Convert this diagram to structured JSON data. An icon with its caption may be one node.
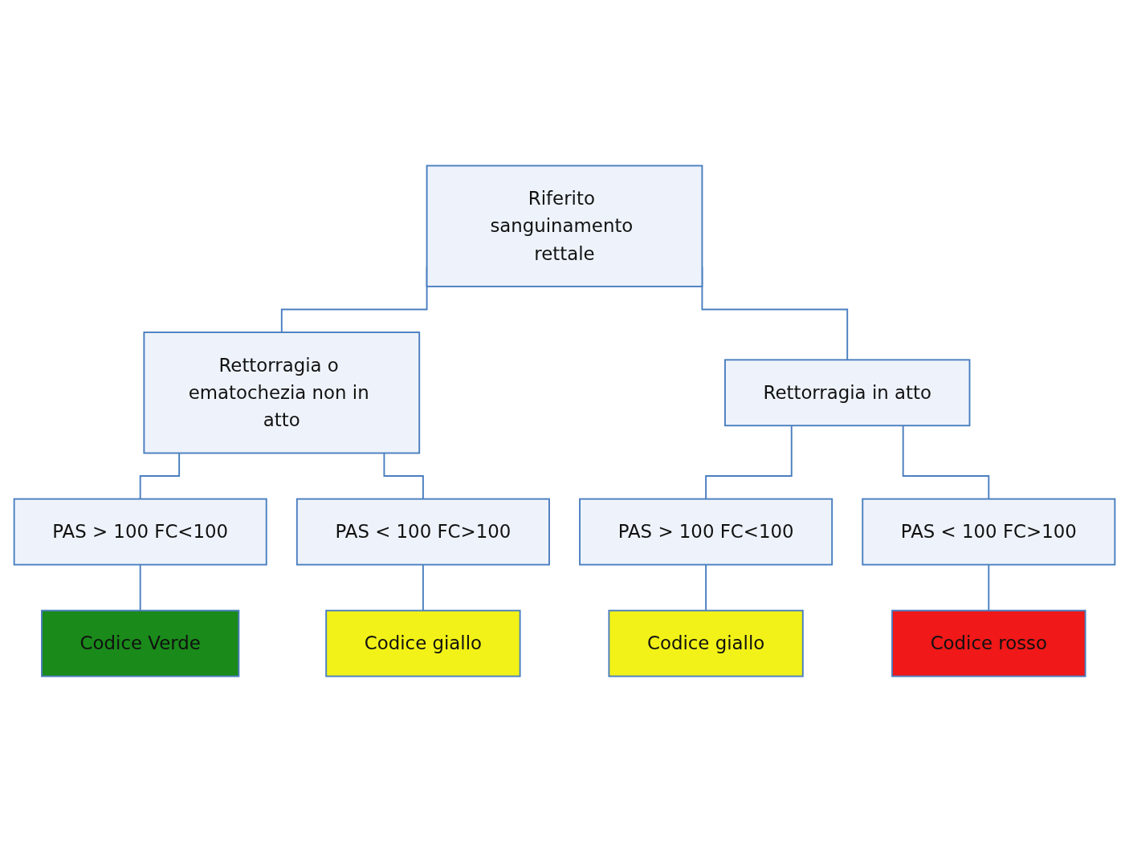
{
  "diagram": {
    "nodes": [
      {
        "text": [
          "Riferito sanguinamento rettale"
        ]
      },
      {
        "text": [
          "Rettorragia o ematochezia non in atto"
        ]
      },
      {
        "text": [
          "Rettorragia in atto"
        ]
      },
      {
        "text": [
          "PAS > 100 FC<100"
        ]
      },
      {
        "text": [
          "PAS < 100 FC>100"
        ]
      },
      {
        "text": [
          "PAS > 100 FC<100"
        ]
      },
      {
        "text": [
          "PAS < 100 FC>100"
        ]
      },
      {
        "text": [
          "Codice Verde"
        ]
      },
      {
        "text": [
          "Codice giallo"
        ]
      },
      {
        "text": [
          "Codice giallo"
        ]
      },
      {
        "text": [
          "Codice rosso"
        ]
      }
    ],
    "edges": [
      {
        "from": 0,
        "to": 1,
        "arrow": "none"
      },
      {
        "from": 0,
        "to": 2,
        "arrow": "none"
      },
      {
        "from": 1,
        "to": 3,
        "arrow": "none"
      },
      {
        "from": 1,
        "to": 4,
        "arrow": "none"
      },
      {
        "from": 2,
        "to": 5,
        "arrow": "none"
      },
      {
        "from": 2,
        "to": 6,
        "arrow": "none"
      },
      {
        "from": 3,
        "to": 7,
        "arrow": "none"
      },
      {
        "from": 4,
        "to": 8,
        "arrow": "none"
      },
      {
        "from": 5,
        "to": 9,
        "arrow": "none"
      },
      {
        "from": 6,
        "to": 10,
        "arrow": "none"
      }
    ]
  }
}
